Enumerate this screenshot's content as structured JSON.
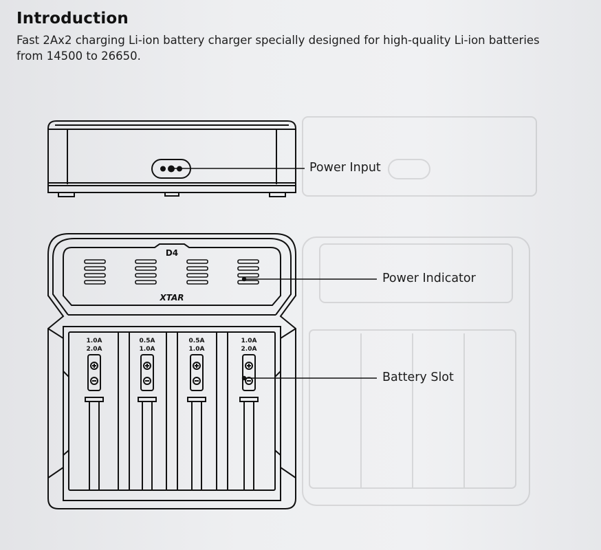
{
  "section": {
    "title": "Introduction",
    "description": "Fast 2Ax2 charging Li-ion battery charger specially designed for high-quality Li-ion batteries from 14500 to 26650."
  },
  "callouts": {
    "power_input": "Power Input",
    "power_indicator": "Power Indicator",
    "battery_slot": "Battery Slot"
  },
  "device": {
    "model": "D4",
    "brand": "XTAR",
    "slots": [
      {
        "current_top": "1.0A",
        "current_bottom": "2.0A"
      },
      {
        "current_top": "0.5A",
        "current_bottom": "1.0A"
      },
      {
        "current_top": "0.5A",
        "current_bottom": "1.0A"
      },
      {
        "current_top": "1.0A",
        "current_bottom": "2.0A"
      }
    ]
  }
}
